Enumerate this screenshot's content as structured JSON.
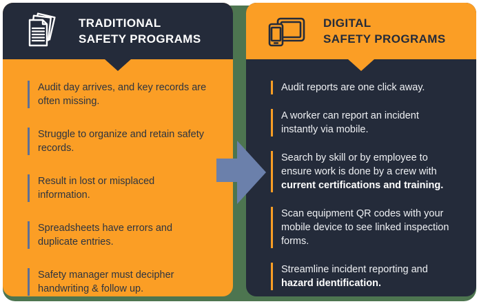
{
  "colors": {
    "navy": "#242b3a",
    "orange": "#fb9e25",
    "green": "#4d7550",
    "arrow_blue": "#6b80ab",
    "left_item_bar": "#5d6f97",
    "dark_text": "#2d3440",
    "light_text": "#eef0f3"
  },
  "left_panel": {
    "title_line1": "TRADITIONAL",
    "title_line2": "SAFETY PROGRAMS",
    "icon": "documents-stack-icon",
    "items": [
      "Audit day arrives, and key records are often missing.",
      "Struggle to organize and retain safety records.",
      "Result in lost or misplaced information.",
      "Spreadsheets have errors and duplicate entries.",
      "Safety manager must decipher handwriting & follow up."
    ]
  },
  "right_panel": {
    "title_line1": "DIGITAL",
    "title_line2": "SAFETY PROGRAMS",
    "icon": "mobile-devices-icon",
    "items": [
      [
        {
          "text": "Audit reports are one click away.",
          "bold": false
        }
      ],
      [
        {
          "text": "A worker can report an incident instantly via mobile.",
          "bold": false
        }
      ],
      [
        {
          "text": "Search by skill or by employee to ensure work is done by a crew with ",
          "bold": false
        },
        {
          "text": "current certifications and training.",
          "bold": true
        }
      ],
      [
        {
          "text": "Scan equipment QR codes with your mobile device to see linked inspection forms.",
          "bold": false
        }
      ],
      [
        {
          "text": "Streamline incident reporting and ",
          "bold": false
        },
        {
          "text": "hazard identification.",
          "bold": true
        }
      ]
    ]
  },
  "arrow": {
    "icon": "right-arrow-icon"
  }
}
